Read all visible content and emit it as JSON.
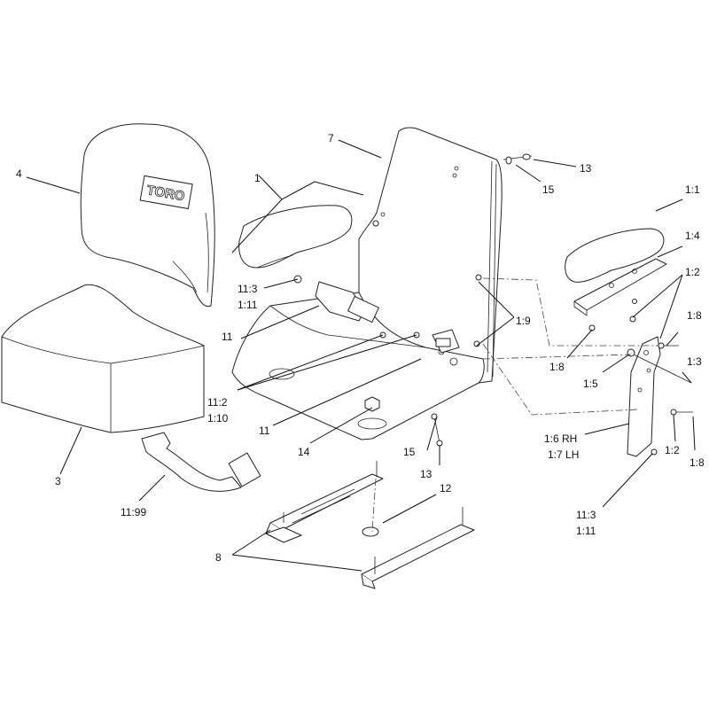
{
  "logo_text": "TORO",
  "callouts": {
    "c1": "1",
    "c3": "3",
    "c4": "4",
    "c7": "7",
    "c8": "8",
    "c11a": "11",
    "c11b": "11",
    "c12": "12",
    "c13a": "13",
    "c13b": "13",
    "c14": "14",
    "c15a": "15",
    "c15b": "15",
    "c11_3a": "11:3",
    "c1_11a": "1:11",
    "c11_2": "11:2",
    "c1_10": "1:10",
    "c11_99": "11:99",
    "c1_9": "1:9",
    "c1_1": "1:1",
    "c1_4": "1:4",
    "c1_2a": "1:2",
    "c1_8a": "1:8",
    "c1_8b": "1:8",
    "c1_3": "1:3",
    "c1_5": "1:5",
    "c1_6": "1:6 RH",
    "c1_7": "1:7 LH",
    "c1_2b": "1:2",
    "c1_8c": "1:8",
    "c11_3b": "11:3",
    "c1_11b": "1:11"
  }
}
